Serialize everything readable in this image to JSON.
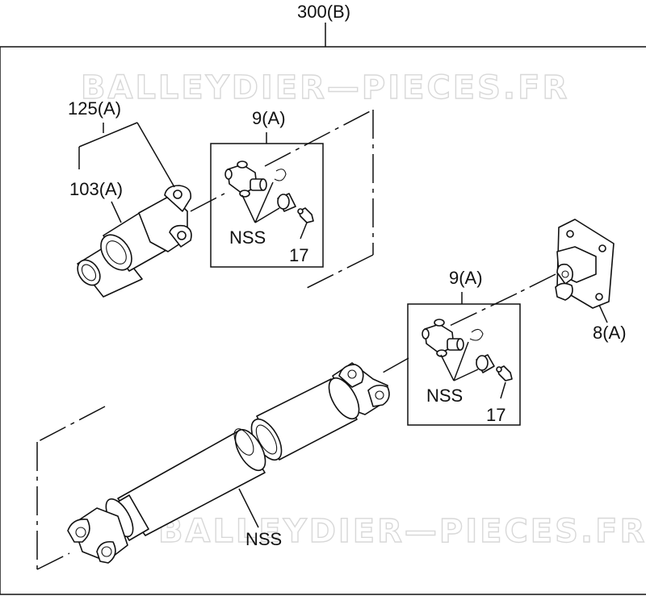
{
  "assembly_label": "300(B)",
  "watermark_text": "BALLEYDIER—PIECES.FR",
  "labels": {
    "part_125": "125(A)",
    "part_103": "103(A)",
    "kit_top": "9(A)",
    "kit_top_nss": "NSS",
    "kit_top_17": "17",
    "kit_right": "9(A)",
    "kit_right_nss": "NSS",
    "kit_right_17": "17",
    "flange_8": "8(A)",
    "shaft_nss": "NSS"
  },
  "colors": {
    "line": "#111111",
    "watermark": "#d8d8d8",
    "background": "#ffffff"
  }
}
